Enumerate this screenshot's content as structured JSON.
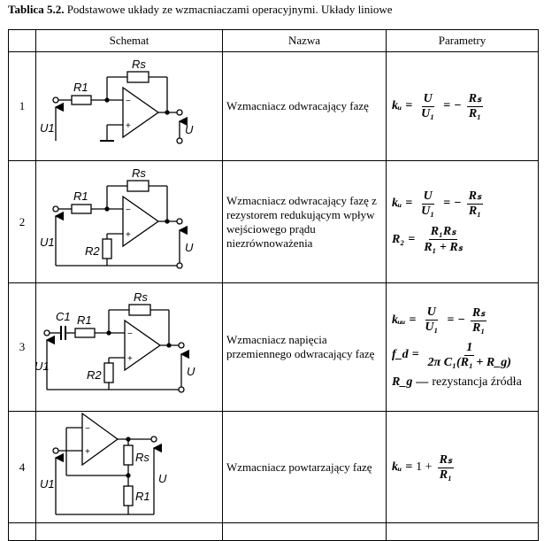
{
  "title": {
    "label": "Tablica 5.2.",
    "text": " Podstawowe układy ze wzmacniaczami operacyjnymi. Układy liniowe"
  },
  "headers": [
    "",
    "Schemat",
    "Nazwa",
    "Parametry"
  ],
  "labels": {
    "R1": "R1",
    "Rs": "Rs",
    "R2": "R2",
    "C1": "C1",
    "U1": "U1",
    "U": "U",
    "minus": "−",
    "plus": "+"
  },
  "rows": [
    {
      "num": "1",
      "name": "Wzmacniacz odwracający fazę",
      "params": {
        "lhs": "kᵤ",
        "n1": "U",
        "d1": "U₁",
        "sign": "−",
        "n2": "Rₛ",
        "d2": "R₁"
      }
    },
    {
      "num": "2",
      "name": "Wzmacniacz odwracający fazę z rezystorem redukującym wpływ wejściowego prądu niezrównoważenia",
      "params": {
        "lhs": "kᵤ",
        "n1": "U",
        "d1": "U₁",
        "sign": "−",
        "n2": "Rₛ",
        "d2": "R₁",
        "lhs2": "R₂",
        "n3": "R₁Rₛ",
        "d3": "R₁ + Rₛ"
      }
    },
    {
      "num": "3",
      "name": "Wzmacniacz napięcia przemiennego odwracający fazę",
      "params": {
        "lhs": "kᵤᵤ",
        "n1": "U",
        "d1": "U₁",
        "sign": "−",
        "n2": "Rₛ",
        "d2": "R₁",
        "lhs2": "f_d",
        "n3": "1",
        "d3": "2π C₁(R₁ + R_g)",
        "note_sym": "R_g",
        "note": "rezystancja źródła"
      }
    },
    {
      "num": "4",
      "name": "Wzmacniacz powtarzający fazę",
      "params": {
        "lhs": "kᵤ",
        "rhs": "1 +",
        "n1": "Rₛ",
        "d1": "R₁"
      }
    }
  ]
}
